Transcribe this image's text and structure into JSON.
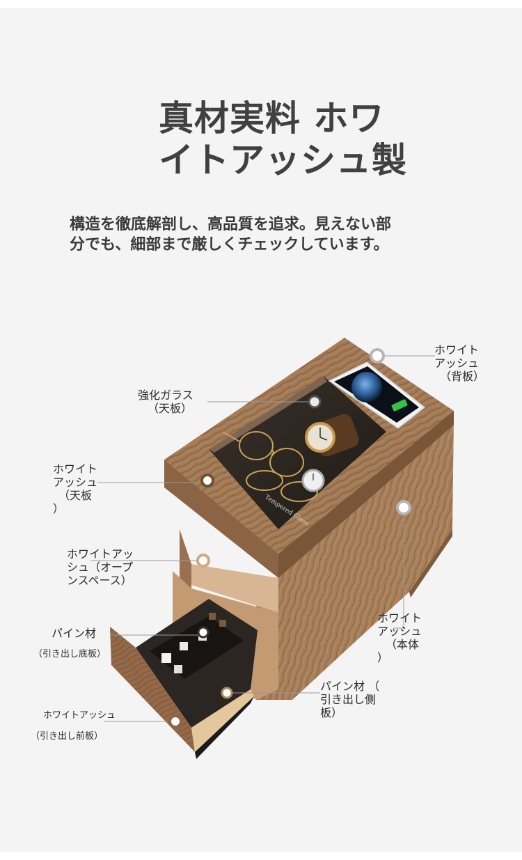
{
  "title": {
    "line1": "真材実料 ホワ",
    "line2": "イトアッシュ製"
  },
  "subtitle": {
    "line1": "構造を徹底解剖し、高品質を追求。見えない部",
    "line2": "分でも、細部まで厳しくチェックしています。"
  },
  "callouts": {
    "back_board": [
      "ホワイト",
      "アッシュ",
      "（背板）"
    ],
    "glass_top": [
      "強化ガラス",
      "（天板）"
    ],
    "top_board": [
      "ホワイト",
      "アッシュ",
      "（天板",
      "）"
    ],
    "open_space": [
      "ホワイトアッ",
      "シュ（オープ",
      "ンスペース）"
    ],
    "drawer_bottom": [
      "パイン材",
      "（引き出し底板）"
    ],
    "body": [
      "ホワイト",
      "アッシュ",
      "（本体",
      "）"
    ],
    "drawer_side": [
      "パイン材 （",
      "引き出し側",
      "板）"
    ],
    "drawer_front": [
      "ホワイトアッシュ",
      "（引き出し前板）"
    ]
  },
  "product": {
    "glass_engraving": "Tempered Glass"
  },
  "colors": {
    "background": "#f4f4f4",
    "text": "#3a3a3a",
    "wood": "#9c7452",
    "callout_line": "#9a9a9a"
  }
}
